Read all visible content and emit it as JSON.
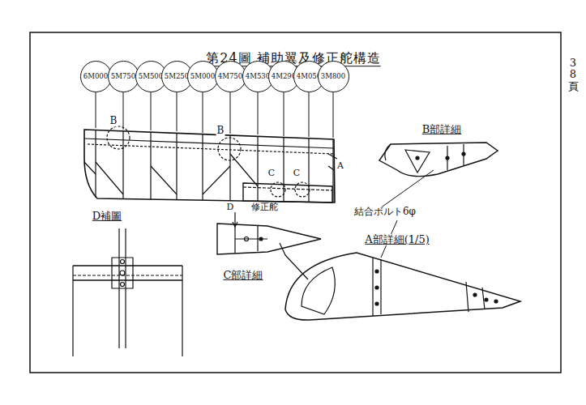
{
  "diagram": {
    "title": "第24圖 補助翼及修正舵構造",
    "nodes": [
      {
        "text": [
          "6M000"
        ]
      },
      {
        "text": [
          "5M750"
        ]
      },
      {
        "text": [
          "5M500"
        ]
      },
      {
        "text": [
          "5M250"
        ]
      },
      {
        "text": [
          "5M000"
        ]
      },
      {
        "text": [
          "4M750"
        ]
      },
      {
        "text": [
          "4M530"
        ]
      },
      {
        "text": [
          "4M290"
        ]
      },
      {
        "text": [
          "4M050"
        ]
      },
      {
        "text": [
          "3M800"
        ]
      }
    ],
    "labels": [
      "38頁",
      "B",
      "B",
      "C",
      "C",
      "A",
      "D",
      "修正舵",
      "B部詳細",
      "結合ボルト6φ",
      "A部詳細(1/5)",
      "D補圖",
      "C部詳細"
    ]
  }
}
